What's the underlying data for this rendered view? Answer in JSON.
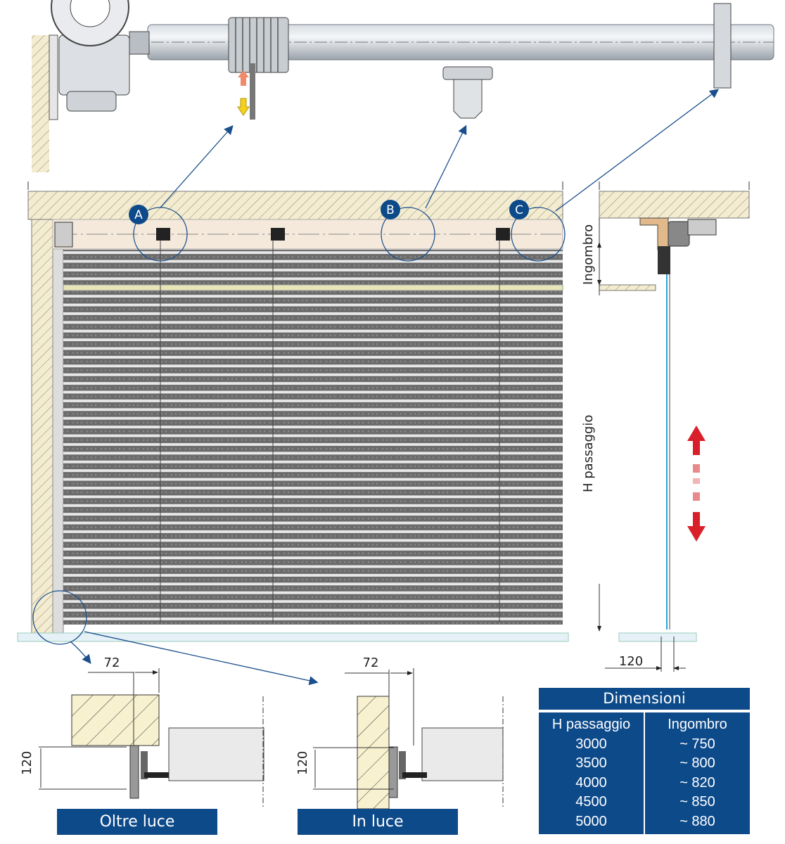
{
  "callouts": {
    "a": "A",
    "b": "B",
    "c": "C"
  },
  "dimensions_side": {
    "ingombro": "Ingombro",
    "h_passaggio": "H passaggio",
    "depth": "120"
  },
  "details": [
    {
      "title": "Oltre luce",
      "width": "72",
      "height": "120"
    },
    {
      "title": "In luce",
      "width": "72",
      "height": "120"
    }
  ],
  "table": {
    "title": "Dimensioni",
    "headers": [
      "H  passaggio",
      "Ingombro"
    ],
    "rows": [
      [
        "3000",
        "~ 750"
      ],
      [
        "3500",
        "~ 800"
      ],
      [
        "4000",
        "~ 820"
      ],
      [
        "4500",
        "~ 850"
      ],
      [
        "5000",
        "~ 880"
      ]
    ]
  },
  "colors": {
    "accent": "#0d4a8a",
    "hatch": "#f3ecd0",
    "slat": "#6e6e6e",
    "arrow_red": "#d9202a"
  }
}
